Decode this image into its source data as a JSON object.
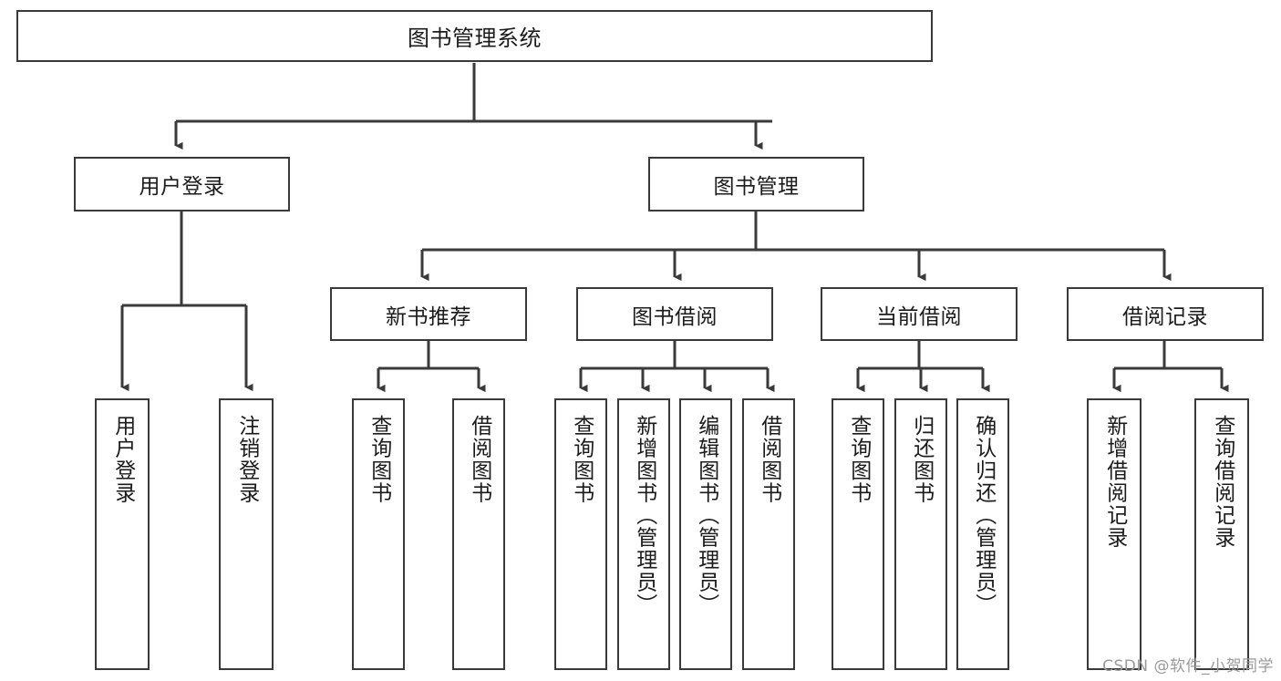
{
  "diagram": {
    "title": "图书管理系统",
    "watermark": "CSDN @软件_小贺同学",
    "colors": {
      "border": "#3a3a3a",
      "text": "#1b1b1b",
      "background": "#ffffff",
      "edge": "#3a3a3a",
      "watermark": "#9a9a9a"
    },
    "levels": {
      "root": "图书管理系统",
      "level2": [
        "用户登录",
        "图书管理"
      ],
      "level3": [
        "新书推荐",
        "图书借阅",
        "当前借阅",
        "借阅记录"
      ]
    },
    "nodes": {
      "root": {
        "label": "图书管理系统"
      },
      "user_login": {
        "label": "用户登录"
      },
      "book_manage": {
        "label": "图书管理"
      },
      "new_book_rec": {
        "label": "新书推荐"
      },
      "book_borrow": {
        "label": "图书借阅"
      },
      "current_borrow": {
        "label": "当前借阅"
      },
      "borrow_record": {
        "label": "借阅记录"
      }
    },
    "leaves": {
      "user_login": [
        {
          "label": "用户登录"
        },
        {
          "label": "注销登录"
        }
      ],
      "new_book_rec": [
        {
          "label": "查询图书"
        },
        {
          "label": "借阅图书"
        }
      ],
      "book_borrow": [
        {
          "label": "查询图书"
        },
        {
          "label": "新增图书（管理员）"
        },
        {
          "label": "编辑图书（管理员）"
        },
        {
          "label": "借阅图书"
        }
      ],
      "current_borrow": [
        {
          "label": "查询图书"
        },
        {
          "label": "归还图书"
        },
        {
          "label": "确认归还（管理员）"
        }
      ],
      "borrow_record": [
        {
          "label": "新增借阅记录"
        },
        {
          "label": "查询借阅记录"
        }
      ]
    }
  }
}
